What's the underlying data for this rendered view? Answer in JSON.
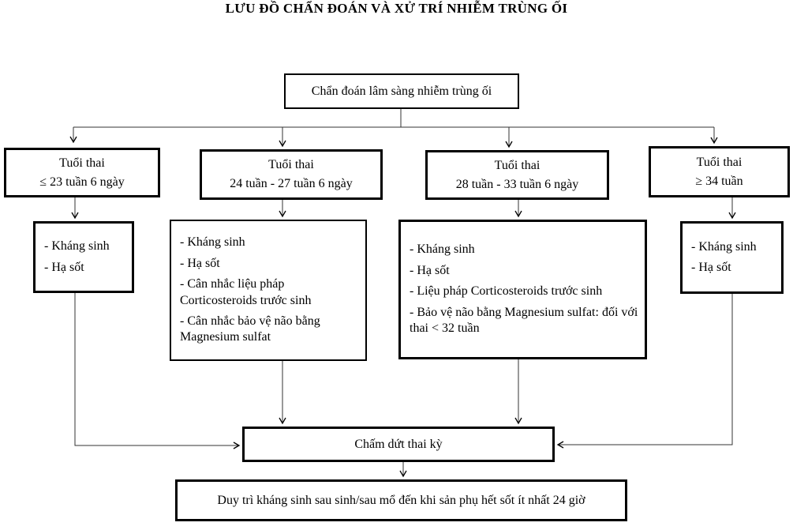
{
  "title": "LƯU ĐỒ CHẨN ĐOÁN VÀ XỬ TRÍ NHIỄM TRÙNG ỐI",
  "top_box": "Chẩn đoán lâm sàng nhiễm trùng ối",
  "columns": [
    {
      "age_label": "Tuổi thai",
      "age_range": "≤ 23 tuần 6 ngày",
      "treatments": [
        "- Kháng sinh",
        "- Hạ sốt"
      ]
    },
    {
      "age_label": "Tuổi thai",
      "age_range": "24 tuần - 27 tuần 6 ngày",
      "treatments": [
        "- Kháng sinh",
        "- Hạ sốt",
        "- Cân nhắc liệu pháp Corticosteroids trước sinh",
        "- Cân nhắc bảo vệ não bằng Magnesium sulfat"
      ]
    },
    {
      "age_label": "Tuổi thai",
      "age_range": "28 tuần - 33 tuần 6 ngày",
      "treatments": [
        "- Kháng sinh",
        "- Hạ sốt",
        "- Liệu pháp Corticosteroids trước sinh",
        "- Bảo vệ não bằng Magnesium sulfat: đối với thai < 32 tuần"
      ]
    },
    {
      "age_label": "Tuổi thai",
      "age_range": "≥ 34 tuần",
      "treatments": [
        "- Kháng sinh",
        "- Hạ sốt"
      ]
    }
  ],
  "terminate_box": "Chấm dứt thai kỳ",
  "final_box": "Duy trì kháng sinh sau sinh/sau mổ đến khi sản phụ hết sốt ít nhất 24 giờ",
  "colors": {
    "line": "#000000",
    "border": "#000000",
    "background": "#ffffff"
  }
}
